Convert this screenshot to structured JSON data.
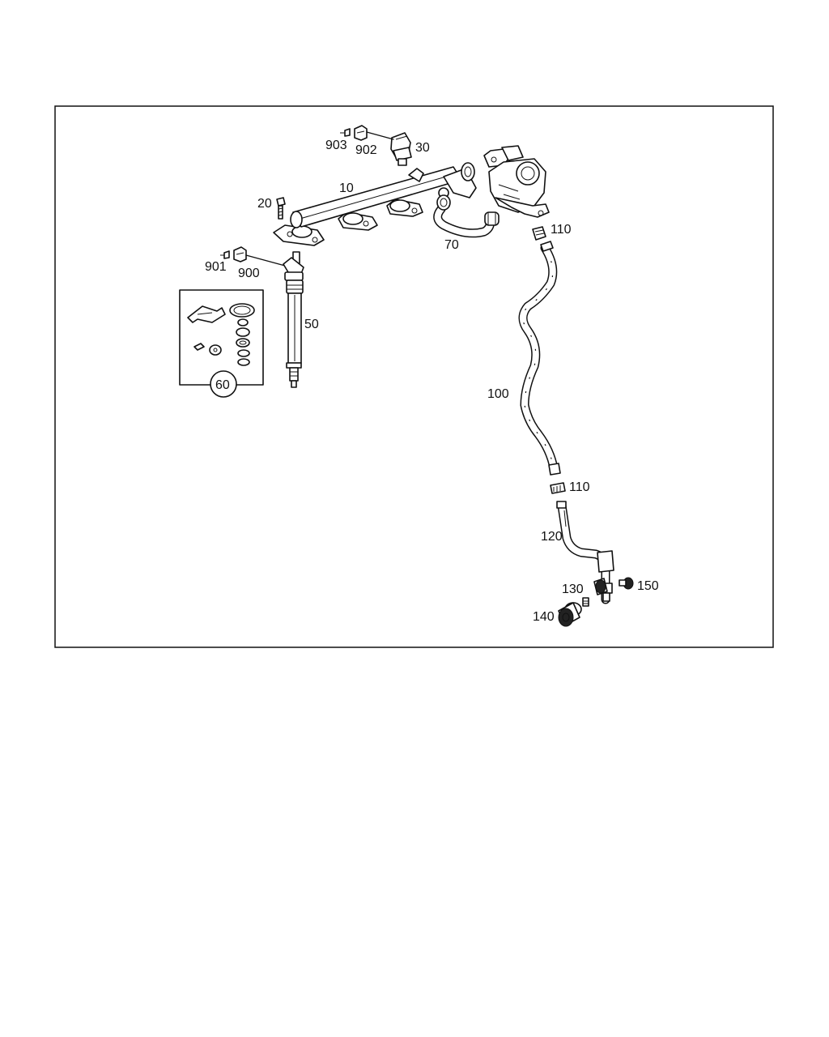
{
  "labels": {
    "p10": "10",
    "p20": "20",
    "p30": "30",
    "p50": "50",
    "p60": "60",
    "p70": "70",
    "p100": "100",
    "p110a": "110",
    "p110b": "110",
    "p120": "120",
    "p130": "130",
    "p140": "140",
    "p150": "150",
    "p900": "900",
    "p901": "901",
    "p902": "902",
    "p903": "903"
  }
}
